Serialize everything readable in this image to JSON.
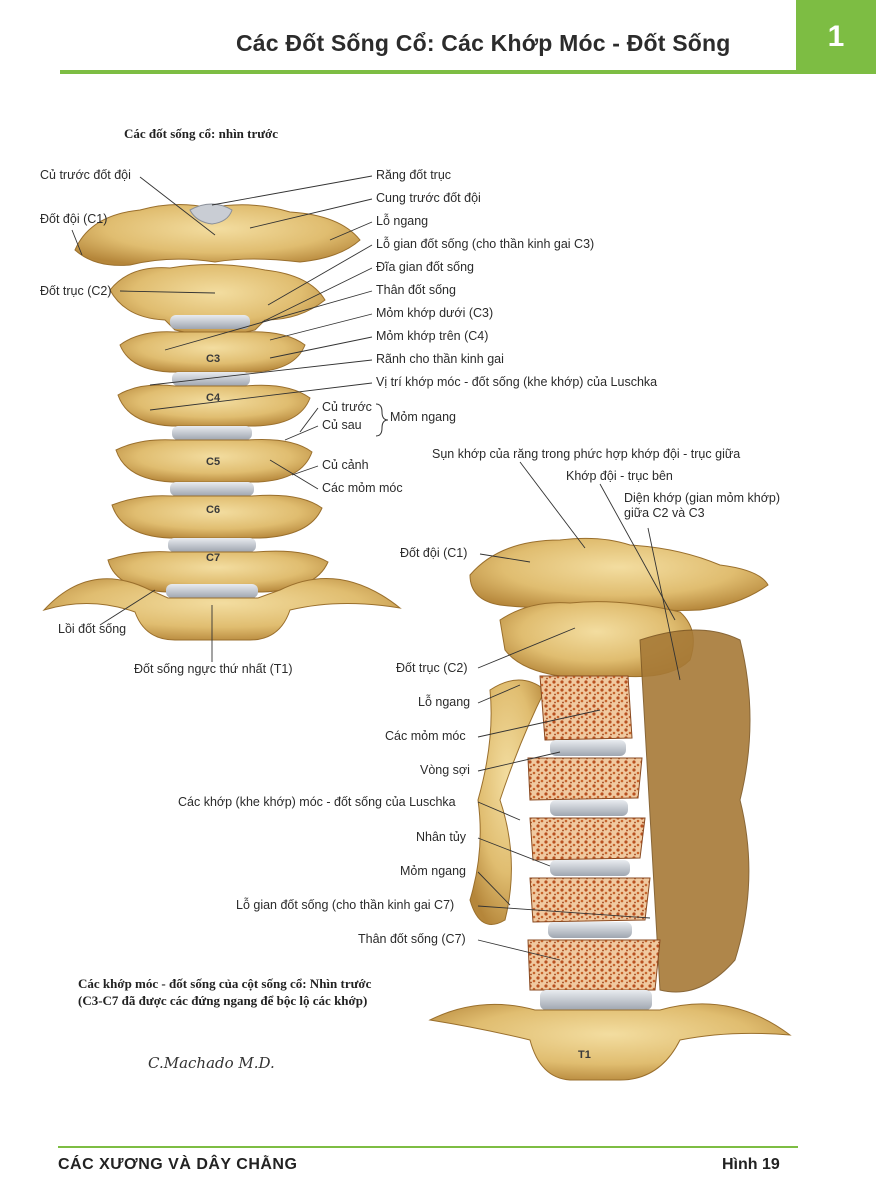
{
  "header": {
    "title": "Các Đốt Sống Cổ: Các Khớp Móc - Đốt Sống",
    "chapter": "1"
  },
  "figure1": {
    "title": "Các đốt sống cổ: nhìn trước",
    "left_labels": [
      "Củ trước đốt đội",
      "Đốt đội (C1)",
      "Đốt trục (C2)",
      "Lồi đốt sống",
      "Đốt sống ngực thứ nhất (T1)"
    ],
    "right_labels": [
      "Răng đốt trục",
      "Cung trước đốt đội",
      "Lỗ ngang",
      "Lỗ gian đốt sống (cho thần kinh gai C3)",
      "Đĩa gian đốt sống",
      "Thân đốt sống",
      "Mỏm khớp dưới (C3)",
      "Mỏm khớp trên (C4)",
      "Rãnh cho thần kinh gai",
      "Vị trí khớp móc - đốt sống (khe khớp) của Luschka",
      "Củ trước",
      "Củ sau",
      "Mỏm ngang",
      "Củ cảnh",
      "Các mỏm móc"
    ],
    "vertebra_labels": [
      "C3",
      "C4",
      "C5",
      "C6",
      "C7"
    ]
  },
  "figure2": {
    "top_labels": [
      "Sụn khớp của răng trong phức hợp khớp đội - trục giữa",
      "Khớp đội - trục bên",
      "Diện khớp (gian mỏm khớp)",
      "giữa C2 và C3"
    ],
    "left_labels": [
      "Đốt đội (C1)",
      "Đốt trục (C2)",
      "Lỗ ngang",
      "Các mỏm móc",
      "Vòng sợi",
      "Các khớp (khe khớp) móc - đốt sống của Luschka",
      "Nhân tủy",
      "Mỏm ngang",
      "Lỗ gian đốt sống (cho thần kinh gai C7)",
      "Thân đốt sống (C7)"
    ],
    "vertebra_label": "T1",
    "caption_line1": "Các khớp móc - đốt sống của cột sống cổ: Nhìn trước",
    "caption_line2": "(C3-C7 đã được các đứng ngang để bộc lộ các khớp)"
  },
  "signature": "C.Machado M.D.",
  "footer": {
    "left": "CÁC XƯƠNG VÀ DÂY CHẰNG",
    "right": "Hình 19"
  },
  "colors": {
    "accent": "#7dbd43",
    "bone": "#e2c27a",
    "bone_dark": "#b98a3c",
    "disc": "#c9ccd2",
    "cancellous": "#c9672b"
  }
}
